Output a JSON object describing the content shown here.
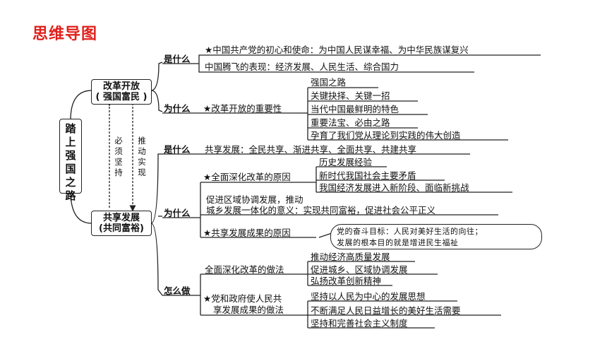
{
  "header": {
    "title": "思维导图"
  },
  "root": {
    "label": "踏上强国之路"
  },
  "nodes": {
    "reform": {
      "line1": "改革开放",
      "line2": "( 强国富民 )"
    },
    "shared": {
      "line1": "共享发展",
      "line2": "(共同富裕)"
    }
  },
  "links": {
    "left": "必须坚持",
    "right": "推动实现"
  },
  "reform_branch": {
    "what_label": "是什么",
    "what_items": [
      "★中国共产党的初心和使命：为中国人民谋幸福、为中华民族谋复兴",
      "中国腾飞的表现：经济发展、人民生活、综合国力"
    ],
    "why_label": "为什么",
    "why_sub": "★改革开放的重要性",
    "why_items": [
      "强国之路",
      "关键抉择、关键一招",
      "当代中国最鲜明的特色",
      "重要法宝、必由之路",
      "孕育了我们党从理论到实践的伟大创造"
    ]
  },
  "shared_branch": {
    "what_label": "是什么",
    "what_item": "共享发展：全民共享、渐进共享、全面共享、共建共享",
    "why_label": "为什么",
    "reason1_label": "★全面深化改革的原因",
    "reason1_items": [
      "历史发展经验",
      "新时代我国社会主要矛盾",
      "我国经济发展进入新阶段、面临新挑战"
    ],
    "meaning_line1": "促进区域协调发展，推动",
    "meaning_line2": "城乡发展一体化的意义：实现共同富裕，促进社会公平正义",
    "reason2_label": "★共享发展成果的原因",
    "bubble_line1": "党的奋斗目标：人民对美好生活的向往；",
    "bubble_line2": "发展的根本目的就是增进民生福祉",
    "how_label": "怎么做",
    "how1_label": "全面深化改革的做法",
    "how1_items": [
      "推动经济高质量发展",
      "促进城乡、区域协调发展",
      "弘扬改革创新精神"
    ],
    "how2_line1": "★党和政府使人民共",
    "how2_line2": "享发展成果的做法",
    "how2_items": [
      "坚持以人民为中心的发展思想",
      "不断满足人民日益增长的美好生活需要",
      "坚持和完善社会主义制度"
    ]
  }
}
